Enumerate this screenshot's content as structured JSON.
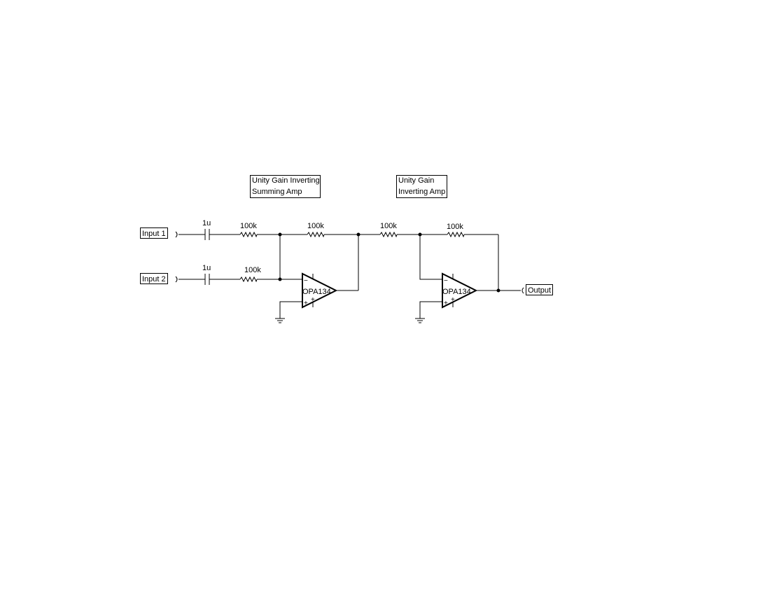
{
  "notes": {
    "summing": [
      "Unity Gain Inverting",
      "Summing Amp"
    ],
    "inverting": [
      "Unity Gain",
      "Inverting Amp"
    ]
  },
  "ports": {
    "input1": "Input 1",
    "input2": "Input 2",
    "output": "Output"
  },
  "components": {
    "c1": "1u",
    "c2": "1u",
    "r1": "100k",
    "r2": "100k",
    "r_feedback1": "100k",
    "r_stage2_in": "100k",
    "r_feedback2": "100k",
    "u1": "OPA134",
    "u2": "OPA134"
  },
  "pins": {
    "minus": "−",
    "plus": "+"
  }
}
